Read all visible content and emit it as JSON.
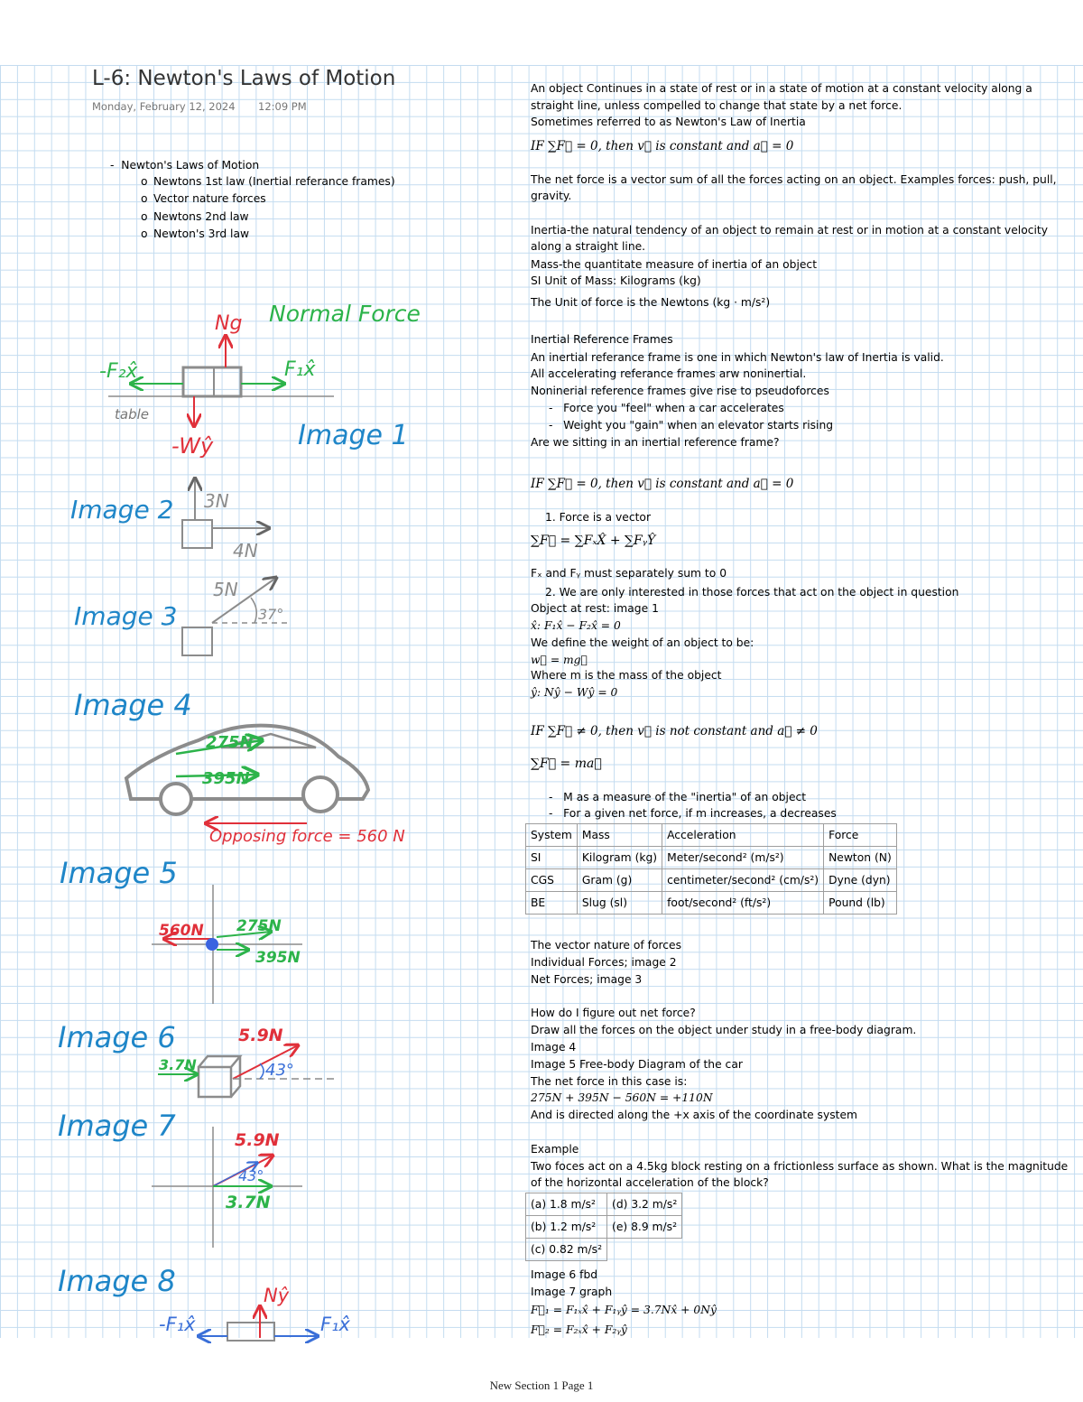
{
  "header": {
    "title": "L-6: Newton's Laws of Motion",
    "date": "Monday, February 12, 2024",
    "time": "12:09 PM"
  },
  "outline": {
    "top": "Newton's Laws of Motion",
    "items": [
      "Newtons 1st law (Inertial referance frames)",
      "Vector nature forces",
      "Newtons 2nd law",
      "Newton's 3rd law"
    ]
  },
  "drawings": {
    "img1": {
      "caption": "Image 1",
      "normal_label": "Normal Force",
      "ng": "Ng",
      "f2x": "-F₂x̂",
      "f1x": "F₁x̂",
      "table": "table",
      "wy": "-Wŷ"
    },
    "img2": {
      "caption": "Image 2",
      "up": "3N",
      "right": "4N"
    },
    "img3": {
      "caption": "Image 3",
      "force": "5N",
      "angle": "37°"
    },
    "img4": {
      "caption": "Image 4",
      "f1": "275N",
      "f2": "395N",
      "oppose": "Opposing force = 560 N"
    },
    "img5": {
      "caption": "Image 5",
      "left": "560N",
      "right1": "275N",
      "right2": "395N"
    },
    "img6": {
      "caption": "Image 6",
      "f": "5.9N",
      "left": "3.7N",
      "angle": "43°"
    },
    "img7": {
      "caption": "Image 7",
      "f": "5.9N",
      "angle": "43°",
      "x": "3.7N"
    },
    "img8": {
      "caption": "Image 8",
      "n": "Nŷ",
      "left": "-F₁x̂",
      "right": "F₁x̂"
    }
  },
  "right": {
    "l1": "An object Continues in a state of rest or in a state of motion at a constant velocity along a",
    "l2": "straight line, unless compelled to change that state by a net force.",
    "l3": "Sometimes referred to as Newton's Law of Inertia",
    "eq1": "IF ∑F⃗ = 0, then v⃗ is constant and a⃗ = 0",
    "l4": "The net force is a vector sum of all the forces acting on an object. Examples forces: push, pull,",
    "l5": "gravity.",
    "l6": "Inertia-the natural tendency of an object to remain at rest or in motion at a constant velocity",
    "l7": "along a straight line.",
    "l8": "Mass-the quantitate measure of inertia of an object",
    "l9": "SI Unit of Mass: Kilograms (kg)",
    "l10": "The Unit of force is the Newtons (kg · m/s²)",
    "l11": "Inertial Reference Frames",
    "l12": "An inertial referance frame is one in which Newton's law of Inertia is valid.",
    "l13": "All accelerating referance frames arw noninertial.",
    "l14": "Noninerial reference frames give rise to pseudoforces",
    "l15": "Force you \"feel\" when a car accelerates",
    "l16": "Weight you \"gain\" when an elevator starts rising",
    "l17": "Are we sitting in an inertial reference frame?",
    "eq2": "IF ∑F⃗ = 0, then v⃗ is constant and a⃗ = 0",
    "n1": "1.  Force is a vector",
    "eq3": "∑F⃗ = ∑FₓX̂ + ∑FᵧŶ",
    "l18": "Fₓ and Fᵧ must separately sum to 0",
    "n2": "2.  We are only interested in those forces that act on the object in question",
    "l19": "Object at rest: image 1",
    "eq4": "x̂: F₁x̂ − F₂x̂ = 0",
    "l20": "We define the weight of an object to be:",
    "eq5": "w⃗ = mg⃗",
    "l21": "Where m is the mass of the object",
    "eq6": "ŷ: Nŷ − Wŷ = 0",
    "eq7": "IF ∑F⃗ ≠ 0, then v⃗ is not constant and a⃗ ≠ 0",
    "eq8": "∑F⃗ = ma⃗",
    "b1": "M as a measure of the \"inertia\" of an object",
    "b2": "For a given net force, if m increases, a decreases",
    "table": [
      [
        "System",
        "Mass",
        "Acceleration",
        "Force"
      ],
      [
        "SI",
        "Kilogram (kg)",
        "Meter/second² (m/s²)",
        "Newton (N)"
      ],
      [
        "CGS",
        "Gram (g)",
        "centimeter/second² (cm/s²)",
        "Dyne (dyn)"
      ],
      [
        "BE",
        "Slug (sl)",
        "foot/second² (ft/s²)",
        "Pound (lb)"
      ]
    ],
    "l22": "The vector nature of forces",
    "l23": "Individual Forces; image 2",
    "l24": "Net Forces; image 3",
    "l25": "How do I figure out net force?",
    "l26": "Draw all the forces on the object under study in a free-body diagram.",
    "l27": "Image 4",
    "l28": "Image 5 Free-body Diagram of the car",
    "l29": "The net force in this case is:",
    "eq9": "275N + 395N − 560N = +110N",
    "l30": "And is directed along the +x axis of the coordinate system",
    "l31": "Example",
    "l32": "Two foces act on a 4.5kg block resting on a frictionless surface as shown. What is the magnitude",
    "l33": "of the horizontal acceleration of the block?",
    "answers": [
      "(a) 1.8 m/s²",
      "(d) 3.2 m/s²",
      "(b) 1.2 m/s²",
      "(e) 8.9 m/s²",
      "(c) 0.82 m/s²"
    ],
    "l34": "Image 6 fbd",
    "l35": "Image 7 graph",
    "eq10": "F⃗₁ = F₁ₓx̂ + F₁ᵧŷ = 3.7Nx̂ + 0Nŷ",
    "eq11": "F⃗₂ = F₂ₓx̂ + F₂ᵧŷ"
  },
  "footer": "New Section 1 Page 1",
  "colors": {
    "green": "#2cb34a",
    "red": "#e0303a",
    "blue": "#1f86c8",
    "gray": "#8c8c8c",
    "grid": "#c4dcf0"
  }
}
